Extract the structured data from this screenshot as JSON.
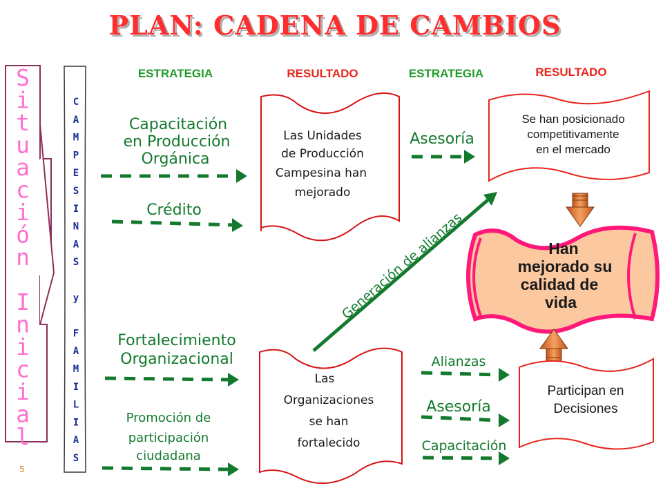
{
  "title": "PLAN: CADENA DE CAMBIOS",
  "headers": [
    "ESTRATEGIA",
    "RESULTADO",
    "ESTRATEGIA",
    "RESULTADO"
  ],
  "situacion": [
    "S",
    "i",
    "t",
    "u",
    "a",
    "c",
    "i",
    "ó",
    "n",
    "",
    "I",
    "n",
    "i",
    "c",
    "i",
    "a",
    "l"
  ],
  "campesinas": [
    "C",
    "A",
    "M",
    "P",
    "E",
    "S",
    "I",
    "N",
    "A",
    "S",
    "",
    "y",
    "",
    "F",
    "A",
    "M",
    "I",
    "L",
    "I",
    "A",
    "S"
  ],
  "strategies_left_top": {
    "capacitacion": [
      "Capacitación",
      "en Producción",
      "Orgánica"
    ],
    "credito": "Crédito"
  },
  "strategies_left_bottom": {
    "fortalecimiento": [
      "Fortalecimiento",
      "Organizacional"
    ],
    "promocion": [
      "Promoción de",
      "participación",
      "ciudadana"
    ]
  },
  "result_units": [
    "Las Unidades",
    "de Producción",
    "Campesina han",
    "mejorado"
  ],
  "result_orgs": [
    "Las",
    "Organizaciones",
    "se han",
    "fortalecido"
  ],
  "asesoria_top": "Asesoría",
  "alianzas_link": "Generación de alianzas",
  "result_market": [
    "Se han posicionado",
    "competitivamente",
    "en el mercado"
  ],
  "quality": [
    "Han",
    "mejorado su",
    "calidad de",
    "vida"
  ],
  "bottom_strategies": [
    "Alianzas",
    "Asesoría",
    "Capacitación"
  ],
  "result_decisions": [
    "Participan en",
    "Decisiones"
  ],
  "page_number": "5",
  "colors": {
    "title": "#ff2d2d",
    "green_text": "#137a2d",
    "header_green": "#1e9c2a",
    "header_red": "#e8251c",
    "scroll_border": "#d51414",
    "quality_fill": "#fbc8a0",
    "quality_border": "#ff1a7a",
    "orange_arrow": "#f07c28"
  }
}
